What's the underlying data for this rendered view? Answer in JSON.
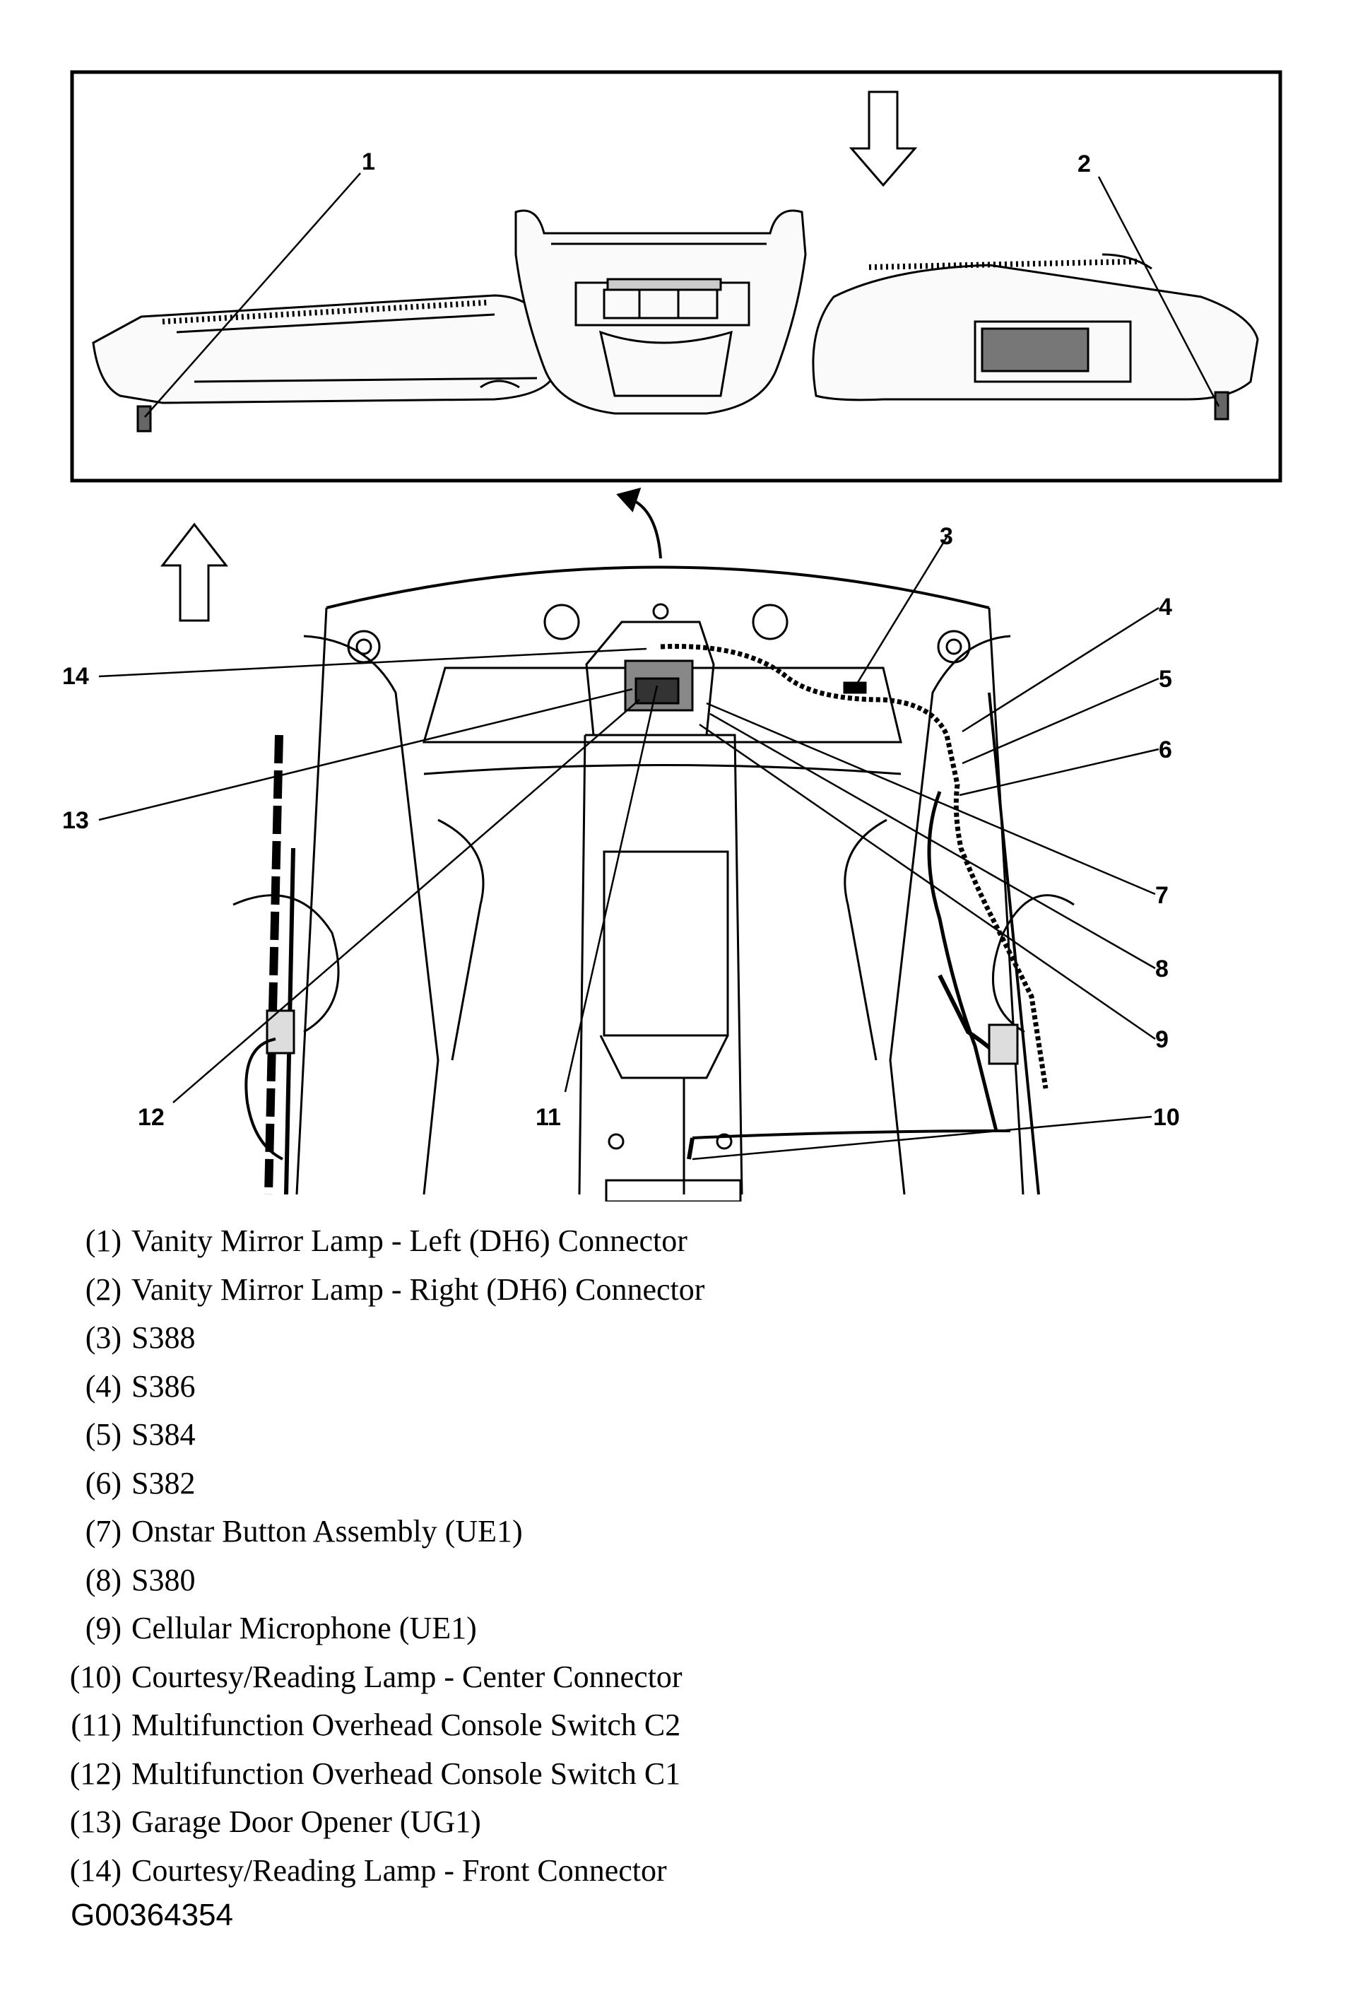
{
  "callouts": [
    "1",
    "2",
    "3",
    "4",
    "5",
    "6",
    "7",
    "8",
    "9",
    "10",
    "11",
    "12",
    "13",
    "14"
  ],
  "legend": [
    {
      "num": "(1)",
      "text": "Vanity Mirror Lamp - Left (DH6) Connector"
    },
    {
      "num": "(2)",
      "text": "Vanity Mirror Lamp - Right (DH6) Connector"
    },
    {
      "num": "(3)",
      "text": "S388"
    },
    {
      "num": "(4)",
      "text": "S386"
    },
    {
      "num": "(5)",
      "text": "S384"
    },
    {
      "num": "(6)",
      "text": "S382"
    },
    {
      "num": "(7)",
      "text": "Onstar Button Assembly (UE1)"
    },
    {
      "num": "(8)",
      "text": "S380"
    },
    {
      "num": "(9)",
      "text": "Cellular Microphone (UE1)"
    },
    {
      "num": "(10)",
      "text": "Courtesy/Reading Lamp - Center Connector"
    },
    {
      "num": "(11)",
      "text": "Multifunction Overhead Console Switch C2"
    },
    {
      "num": "(12)",
      "text": "Multifunction Overhead Console Switch C1"
    },
    {
      "num": "(13)",
      "text": "Garage Door Opener (UG1)"
    },
    {
      "num": "(14)",
      "text": "Courtesy/Reading Lamp - Front Connector"
    }
  ],
  "figure_id": "G00364354"
}
